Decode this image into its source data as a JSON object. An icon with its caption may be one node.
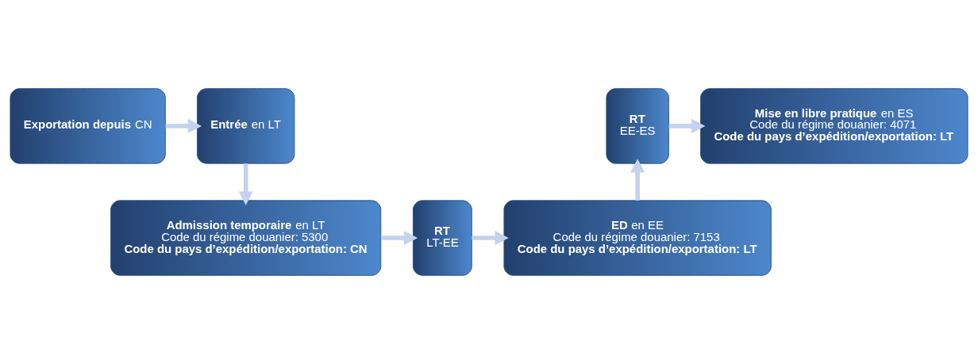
{
  "diagram": {
    "nodes": [
      {
        "text": [
          "**Exportation depuis** CN"
        ]
      },
      {
        "text": [
          "**Entrée** en LT"
        ]
      },
      {
        "text": [
          "RT",
          "EE-ES"
        ]
      },
      {
        "text": [
          "**Mise en libre pratique** en ES",
          "Code du régime douanier: 4071",
          "Code du pays d’expédition/exportation: LT"
        ]
      },
      {
        "text": [
          "**Admission temporaire** en LT",
          "Code du régime douanier: 5300",
          "Code du pays d’expédition/exportation: CN"
        ]
      },
      {
        "text": [
          "RT",
          "LT-EE"
        ]
      },
      {
        "text": [
          "**ED** en EE",
          "Code du régime douanier: 7153",
          "Code du pays d’expédition/exportation: LT"
        ]
      }
    ],
    "edges": [
      {
        "from": 0,
        "to": 1,
        "arrow": "to"
      },
      {
        "from": 1,
        "to": 4,
        "arrow": "to"
      },
      {
        "from": 2,
        "to": 3,
        "arrow": "to"
      },
      {
        "from": 4,
        "to": 5,
        "arrow": "to"
      },
      {
        "from": 5,
        "to": 6,
        "arrow": "to"
      },
      {
        "from": 6,
        "to": 2,
        "arrow": "to"
      }
    ]
  }
}
